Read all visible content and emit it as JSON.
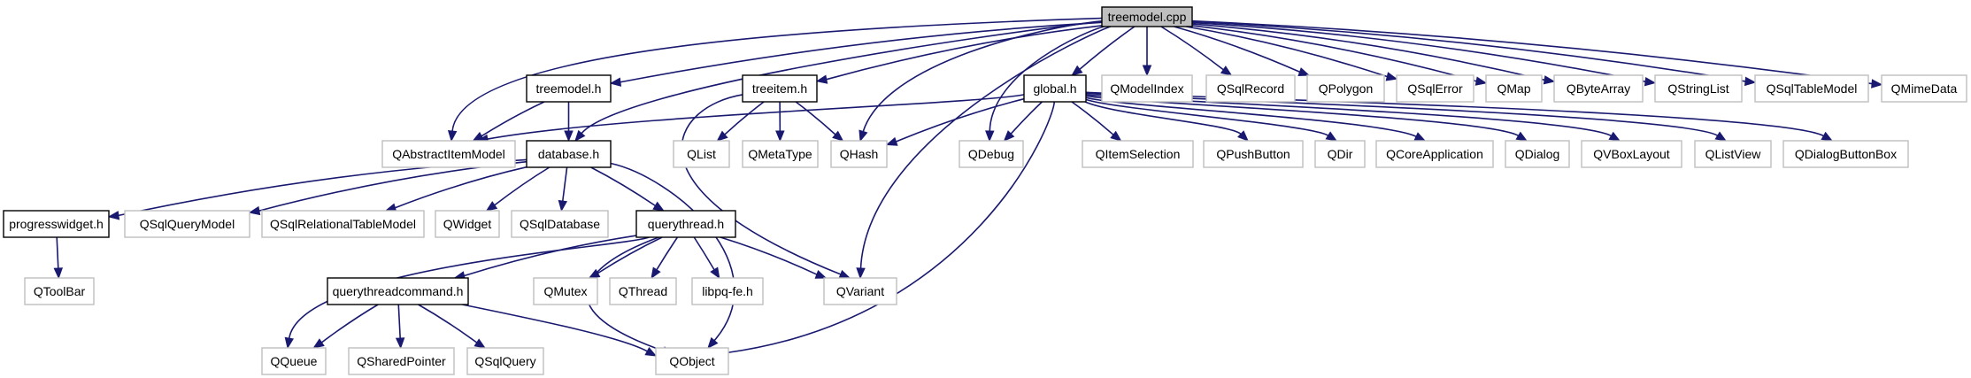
{
  "graph": {
    "root": "treemodel.cpp",
    "colors": {
      "edge": "#191970",
      "root_fill": "#bfbfbf",
      "local_stroke": "#000000",
      "external_stroke": "#bfbfbf",
      "fill": "#ffffff"
    },
    "nodes": [
      {
        "id": "treemodel_cpp",
        "label": "treemodel.cpp",
        "kind": "root"
      },
      {
        "id": "treemodel_h",
        "label": "treemodel.h",
        "kind": "local"
      },
      {
        "id": "treeitem_h",
        "label": "treeitem.h",
        "kind": "local"
      },
      {
        "id": "global_h",
        "label": "global.h",
        "kind": "local"
      },
      {
        "id": "database_h",
        "label": "database.h",
        "kind": "local"
      },
      {
        "id": "progresswidget_h",
        "label": "progresswidget.h",
        "kind": "local"
      },
      {
        "id": "querythread_h",
        "label": "querythread.h",
        "kind": "local"
      },
      {
        "id": "querythreadcommand_h",
        "label": "querythreadcommand.h",
        "kind": "local"
      },
      {
        "id": "QModelIndex",
        "label": "QModelIndex",
        "kind": "external"
      },
      {
        "id": "QSqlRecord",
        "label": "QSqlRecord",
        "kind": "external"
      },
      {
        "id": "QPolygon",
        "label": "QPolygon",
        "kind": "external"
      },
      {
        "id": "QSqlError",
        "label": "QSqlError",
        "kind": "external"
      },
      {
        "id": "QMap",
        "label": "QMap",
        "kind": "external"
      },
      {
        "id": "QByteArray",
        "label": "QByteArray",
        "kind": "external"
      },
      {
        "id": "QStringList",
        "label": "QStringList",
        "kind": "external"
      },
      {
        "id": "QSqlTableModel",
        "label": "QSqlTableModel",
        "kind": "external"
      },
      {
        "id": "QMimeData",
        "label": "QMimeData",
        "kind": "external"
      },
      {
        "id": "QAbstractItemModel",
        "label": "QAbstractItemModel",
        "kind": "external"
      },
      {
        "id": "QList",
        "label": "QList",
        "kind": "external"
      },
      {
        "id": "QMetaType",
        "label": "QMetaType",
        "kind": "external"
      },
      {
        "id": "QHash",
        "label": "QHash",
        "kind": "external"
      },
      {
        "id": "QDebug",
        "label": "QDebug",
        "kind": "external"
      },
      {
        "id": "QItemSelection",
        "label": "QItemSelection",
        "kind": "external"
      },
      {
        "id": "QPushButton",
        "label": "QPushButton",
        "kind": "external"
      },
      {
        "id": "QDir",
        "label": "QDir",
        "kind": "external"
      },
      {
        "id": "QCoreApplication",
        "label": "QCoreApplication",
        "kind": "external"
      },
      {
        "id": "QDialog",
        "label": "QDialog",
        "kind": "external"
      },
      {
        "id": "QVBoxLayout",
        "label": "QVBoxLayout",
        "kind": "external"
      },
      {
        "id": "QListView",
        "label": "QListView",
        "kind": "external"
      },
      {
        "id": "QDialogButtonBox",
        "label": "QDialogButtonBox",
        "kind": "external"
      },
      {
        "id": "QSqlQueryModel",
        "label": "QSqlQueryModel",
        "kind": "external"
      },
      {
        "id": "QSqlRelationalTableModel",
        "label": "QSqlRelationalTableModel",
        "kind": "external"
      },
      {
        "id": "QWidget",
        "label": "QWidget",
        "kind": "external"
      },
      {
        "id": "QSqlDatabase",
        "label": "QSqlDatabase",
        "kind": "external"
      },
      {
        "id": "QToolBar",
        "label": "QToolBar",
        "kind": "external"
      },
      {
        "id": "QMutex",
        "label": "QMutex",
        "kind": "external"
      },
      {
        "id": "QThread",
        "label": "QThread",
        "kind": "external"
      },
      {
        "id": "libpq_fe_h",
        "label": "libpq-fe.h",
        "kind": "external"
      },
      {
        "id": "QVariant",
        "label": "QVariant",
        "kind": "external"
      },
      {
        "id": "QQueue",
        "label": "QQueue",
        "kind": "external"
      },
      {
        "id": "QSharedPointer",
        "label": "QSharedPointer",
        "kind": "external"
      },
      {
        "id": "QSqlQuery",
        "label": "QSqlQuery",
        "kind": "external"
      },
      {
        "id": "QObject",
        "label": "QObject",
        "kind": "external"
      }
    ],
    "edges": [
      [
        "treemodel_cpp",
        "treemodel_h"
      ],
      [
        "treemodel_cpp",
        "treeitem_h"
      ],
      [
        "treemodel_cpp",
        "global_h"
      ],
      [
        "treemodel_cpp",
        "database_h"
      ],
      [
        "treemodel_cpp",
        "QAbstractItemModel"
      ],
      [
        "treemodel_cpp",
        "QHash"
      ],
      [
        "treemodel_cpp",
        "QDebug"
      ],
      [
        "treemodel_cpp",
        "QVariant"
      ],
      [
        "treemodel_cpp",
        "QModelIndex"
      ],
      [
        "treemodel_cpp",
        "QSqlRecord"
      ],
      [
        "treemodel_cpp",
        "QPolygon"
      ],
      [
        "treemodel_cpp",
        "QSqlError"
      ],
      [
        "treemodel_cpp",
        "QMap"
      ],
      [
        "treemodel_cpp",
        "QByteArray"
      ],
      [
        "treemodel_cpp",
        "QStringList"
      ],
      [
        "treemodel_cpp",
        "QSqlTableModel"
      ],
      [
        "treemodel_cpp",
        "QMimeData"
      ],
      [
        "treemodel_h",
        "QAbstractItemModel"
      ],
      [
        "treemodel_h",
        "database_h"
      ],
      [
        "treeitem_h",
        "QList"
      ],
      [
        "treeitem_h",
        "QMetaType"
      ],
      [
        "treeitem_h",
        "QHash"
      ],
      [
        "treeitem_h",
        "QVariant"
      ],
      [
        "global_h",
        "QAbstractItemModel"
      ],
      [
        "global_h",
        "QHash"
      ],
      [
        "global_h",
        "QDebug"
      ],
      [
        "global_h",
        "QObject"
      ],
      [
        "global_h",
        "QItemSelection"
      ],
      [
        "global_h",
        "QPushButton"
      ],
      [
        "global_h",
        "QDir"
      ],
      [
        "global_h",
        "QCoreApplication"
      ],
      [
        "global_h",
        "QDialog"
      ],
      [
        "global_h",
        "QVBoxLayout"
      ],
      [
        "global_h",
        "QListView"
      ],
      [
        "global_h",
        "QDialogButtonBox"
      ],
      [
        "database_h",
        "progresswidget_h"
      ],
      [
        "database_h",
        "QSqlQueryModel"
      ],
      [
        "database_h",
        "QSqlRelationalTableModel"
      ],
      [
        "database_h",
        "QWidget"
      ],
      [
        "database_h",
        "QSqlDatabase"
      ],
      [
        "database_h",
        "querythread_h"
      ],
      [
        "database_h",
        "QObject"
      ],
      [
        "progresswidget_h",
        "QToolBar"
      ],
      [
        "querythread_h",
        "querythreadcommand_h"
      ],
      [
        "querythread_h",
        "QQueue"
      ],
      [
        "querythread_h",
        "QMutex"
      ],
      [
        "querythread_h",
        "QThread"
      ],
      [
        "querythread_h",
        "libpq_fe_h"
      ],
      [
        "querythread_h",
        "QVariant"
      ],
      [
        "querythread_h",
        "QObject"
      ],
      [
        "querythreadcommand_h",
        "QQueue"
      ],
      [
        "querythreadcommand_h",
        "QSharedPointer"
      ],
      [
        "querythreadcommand_h",
        "QSqlQuery"
      ],
      [
        "querythreadcommand_h",
        "QObject"
      ]
    ]
  }
}
